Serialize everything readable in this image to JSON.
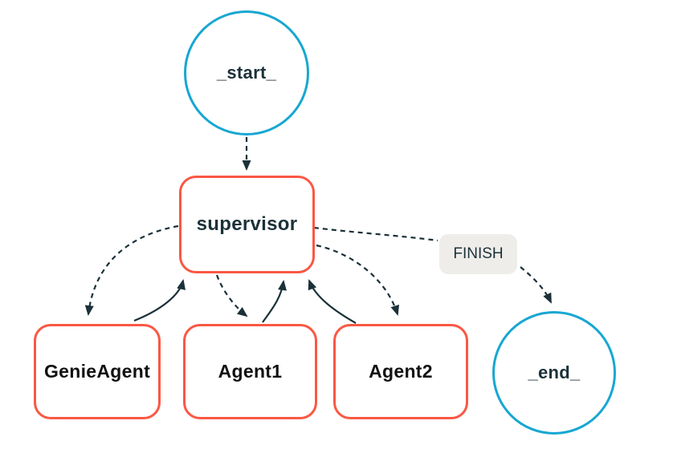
{
  "diagram": {
    "kind": "agent-state-graph",
    "background": "#ffffff"
  },
  "colors": {
    "circle_border": "#17a7d2",
    "box_border": "#fa5844",
    "edge_stroke": "#1b3139",
    "node_text": "#1b3139",
    "agent_text": "#111111",
    "edge_label_bg": "#efedea"
  },
  "nodes": [
    {
      "id": "_start_",
      "label": "_start_",
      "shape": "circle"
    },
    {
      "id": "supervisor",
      "label": "supervisor",
      "shape": "rounded-rect"
    },
    {
      "id": "GenieAgent",
      "label": "GenieAgent",
      "shape": "rounded-rect"
    },
    {
      "id": "Agent1",
      "label": "Agent1",
      "shape": "rounded-rect"
    },
    {
      "id": "Agent2",
      "label": "Agent2",
      "shape": "rounded-rect"
    },
    {
      "id": "_end_",
      "label": "_end_",
      "shape": "circle"
    }
  ],
  "edges": [
    {
      "from": "_start_",
      "to": "supervisor",
      "style": "dashed",
      "label": ""
    },
    {
      "from": "supervisor",
      "to": "GenieAgent",
      "style": "dashed",
      "label": ""
    },
    {
      "from": "GenieAgent",
      "to": "supervisor",
      "style": "solid",
      "label": ""
    },
    {
      "from": "supervisor",
      "to": "Agent1",
      "style": "dashed",
      "label": ""
    },
    {
      "from": "Agent1",
      "to": "supervisor",
      "style": "solid",
      "label": ""
    },
    {
      "from": "supervisor",
      "to": "Agent2",
      "style": "dashed",
      "label": ""
    },
    {
      "from": "Agent2",
      "to": "supervisor",
      "style": "solid",
      "label": ""
    },
    {
      "from": "supervisor",
      "to": "_end_",
      "style": "dashed",
      "label": "FINISH"
    }
  ]
}
